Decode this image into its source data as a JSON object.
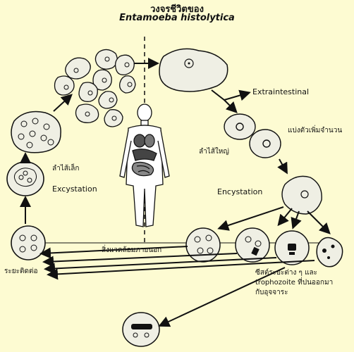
{
  "title_thai": "วงจรชีวิตของ",
  "title_species": "Entamoeba histolytica",
  "labels": {
    "extraintestinal": "Extraintestinal",
    "multiply": "แบ่งตัวเพิ่มจำนวน",
    "large_intestine": "ลำไส้ใหญ่",
    "encystation": "Encystation",
    "small_intestine": "ลำไส้เล็ก",
    "excystation": "Excystation",
    "environment": "สิ่งแวดล้อมภายนอก",
    "infective_stage": "ระยะติดต่อ",
    "cyst_note_line1": "ซีสต์ระยะต่าง ๆ และ",
    "cyst_note_line2": "trophozoite ที่ปนออกมา",
    "cyst_note_line3": "กับอุจจาระ"
  },
  "colors": {
    "background": "#fdfbd2",
    "cell_fill": "#efefe4",
    "line": "#111111"
  }
}
